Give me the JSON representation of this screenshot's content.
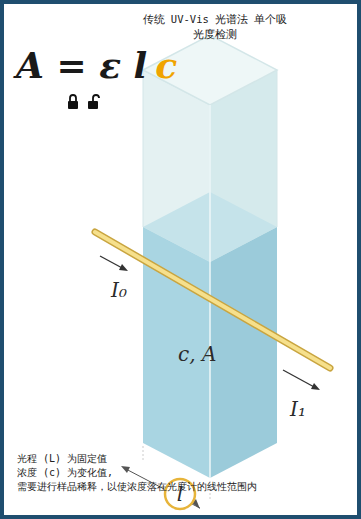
{
  "diagram": {
    "title": "传统 UV-Vis 光谱法 单个吸光度检测",
    "labels": [
      "A = ε l",
      "c",
      "I₀",
      "c, A",
      "I₁",
      "l",
      "光程 (L) 为固定值",
      "浓度 (c) 为变化值,",
      "需要进行样品稀释，以使浓度落在光度计的线性范围内"
    ]
  }
}
